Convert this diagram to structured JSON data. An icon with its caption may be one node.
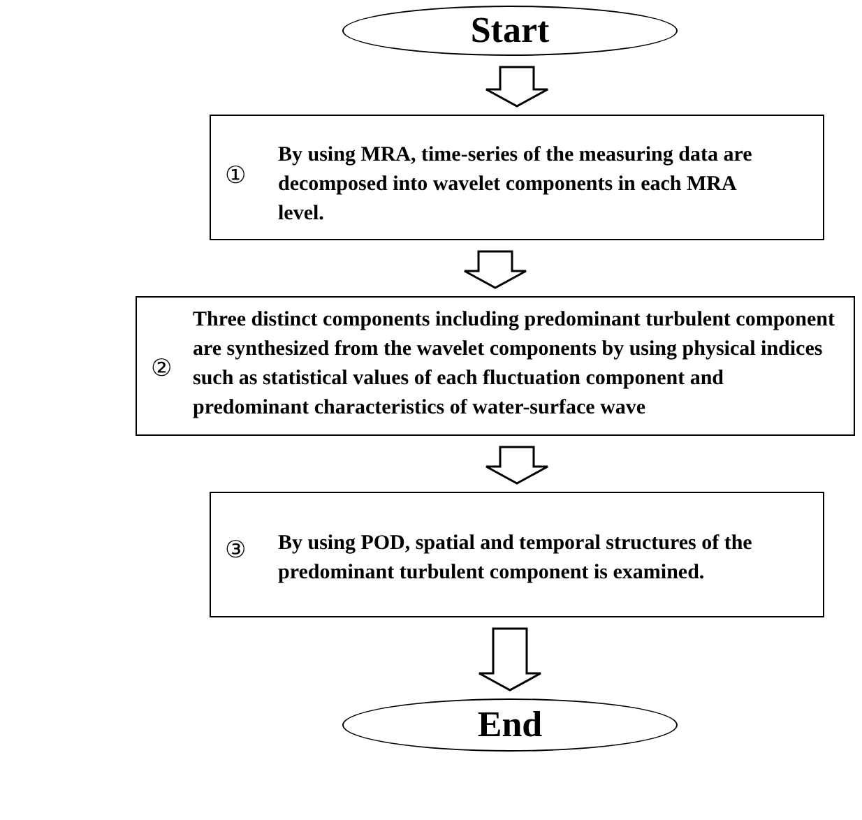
{
  "diagram": {
    "nodes": [
      {
        "text": [
          "Start"
        ]
      },
      {
        "text": [
          "①",
          "By using MRA, time-series of the measuring data are decomposed into wavelet components in each MRA level."
        ]
      },
      {
        "text": [
          "②",
          "Three distinct components including predominant turbulent component are synthesized from the wavelet components by using physical indices such as statistical values of each fluctuation component and predominant characteristics of water-surface wave"
        ]
      },
      {
        "text": [
          "③",
          "By using POD, spatial and temporal structures of the predominant turbulent component is examined."
        ]
      },
      {
        "text": [
          "End"
        ]
      }
    ],
    "edges": [
      {
        "from": 0,
        "to": 1,
        "arrow": "to"
      },
      {
        "from": 1,
        "to": 2,
        "arrow": "to"
      },
      {
        "from": 2,
        "to": 3,
        "arrow": "to"
      },
      {
        "from": 3,
        "to": 4,
        "arrow": "to"
      }
    ]
  }
}
